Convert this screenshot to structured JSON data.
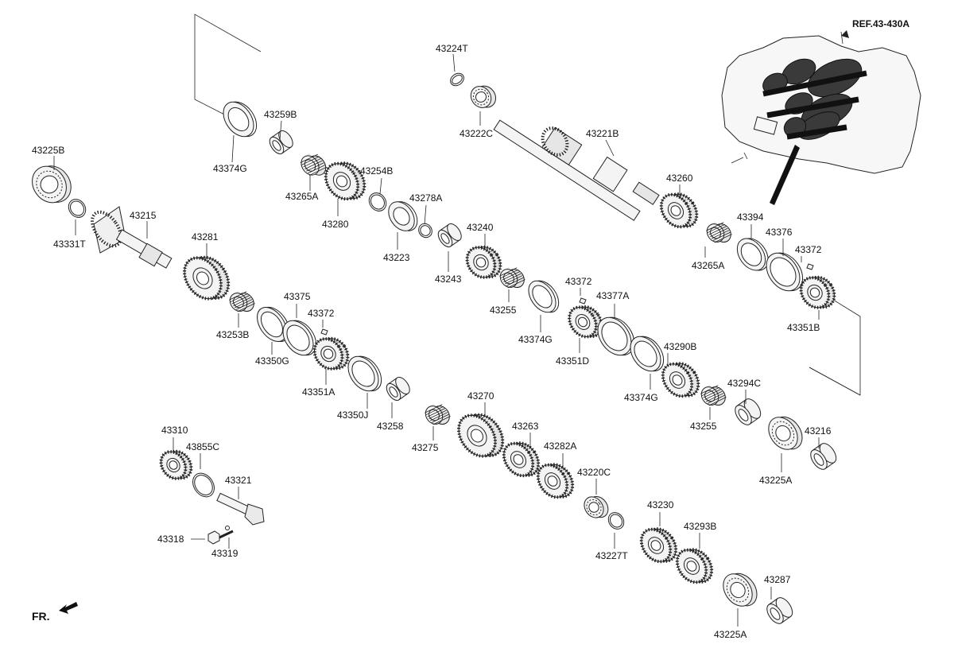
{
  "reference": "REF.43-430A",
  "front_indicator": "FR.",
  "colors": {
    "line": "#222222",
    "part_fill": "#f4f4f4",
    "background": "#ffffff"
  },
  "parts": [
    {
      "id": "43224T",
      "label": "43224T",
      "kind": "snap-ring"
    },
    {
      "id": "43222C",
      "label": "43222C",
      "kind": "bearing"
    },
    {
      "id": "43221B",
      "label": "43221B",
      "kind": "shaft"
    },
    {
      "id": "43259B",
      "label": "43259B",
      "kind": "collar"
    },
    {
      "id": "43374G-top",
      "label": "43374G",
      "kind": "ring"
    },
    {
      "id": "43225B",
      "label": "43225B",
      "kind": "bearing"
    },
    {
      "id": "43331T",
      "label": "43331T",
      "kind": "snap-ring"
    },
    {
      "id": "43215",
      "label": "43215",
      "kind": "shaft"
    },
    {
      "id": "43265A-left",
      "label": "43265A",
      "kind": "needle-bearing"
    },
    {
      "id": "43280",
      "label": "43280",
      "kind": "gear"
    },
    {
      "id": "43254B",
      "label": "43254B",
      "kind": "washer"
    },
    {
      "id": "43278A",
      "label": "43278A",
      "kind": "snap-ring"
    },
    {
      "id": "43223",
      "label": "43223",
      "kind": "bearing"
    },
    {
      "id": "43260",
      "label": "43260",
      "kind": "gear"
    },
    {
      "id": "43281",
      "label": "43281",
      "kind": "gear"
    },
    {
      "id": "43240",
      "label": "43240",
      "kind": "gear"
    },
    {
      "id": "43243",
      "label": "43243",
      "kind": "collar"
    },
    {
      "id": "43394",
      "label": "43394",
      "kind": "ring"
    },
    {
      "id": "43376",
      "label": "43376",
      "kind": "ring"
    },
    {
      "id": "43372-right",
      "label": "43372",
      "kind": "key"
    },
    {
      "id": "43265A-right",
      "label": "43265A",
      "kind": "needle-bearing"
    },
    {
      "id": "43351B",
      "label": "43351B",
      "kind": "synchro-hub"
    },
    {
      "id": "43375",
      "label": "43375",
      "kind": "ring"
    },
    {
      "id": "43372-left",
      "label": "43372",
      "kind": "key"
    },
    {
      "id": "43253B",
      "label": "43253B",
      "kind": "needle-bearing"
    },
    {
      "id": "43350G",
      "label": "43350G",
      "kind": "ring"
    },
    {
      "id": "43255-top",
      "label": "43255",
      "kind": "needle-bearing"
    },
    {
      "id": "43372-mid",
      "label": "43372",
      "kind": "key"
    },
    {
      "id": "43377A",
      "label": "43377A",
      "kind": "ring"
    },
    {
      "id": "43374G-mid",
      "label": "43374G",
      "kind": "ring"
    },
    {
      "id": "43351D",
      "label": "43351D",
      "kind": "synchro-hub"
    },
    {
      "id": "43351A",
      "label": "43351A",
      "kind": "synchro-hub"
    },
    {
      "id": "43290B",
      "label": "43290B",
      "kind": "gear"
    },
    {
      "id": "43374G-right",
      "label": "43374G",
      "kind": "ring"
    },
    {
      "id": "43350J",
      "label": "43350J",
      "kind": "ring"
    },
    {
      "id": "43258",
      "label": "43258",
      "kind": "collar"
    },
    {
      "id": "43294C",
      "label": "43294C",
      "kind": "collar"
    },
    {
      "id": "43255-bottom",
      "label": "43255",
      "kind": "needle-bearing"
    },
    {
      "id": "43270",
      "label": "43270",
      "kind": "gear"
    },
    {
      "id": "43275",
      "label": "43275",
      "kind": "needle-bearing"
    },
    {
      "id": "43263",
      "label": "43263",
      "kind": "gear"
    },
    {
      "id": "43216",
      "label": "43216",
      "kind": "collar"
    },
    {
      "id": "43225A-top",
      "label": "43225A",
      "kind": "bearing"
    },
    {
      "id": "43310",
      "label": "43310",
      "kind": "gear"
    },
    {
      "id": "43855C",
      "label": "43855C",
      "kind": "snap-ring"
    },
    {
      "id": "43321",
      "label": "43321",
      "kind": "shaft"
    },
    {
      "id": "43282A",
      "label": "43282A",
      "kind": "gear"
    },
    {
      "id": "43220C",
      "label": "43220C",
      "kind": "bearing"
    },
    {
      "id": "43318",
      "label": "43318",
      "kind": "bolt"
    },
    {
      "id": "43319",
      "label": "43319",
      "kind": "washer"
    },
    {
      "id": "43230",
      "label": "43230",
      "kind": "gear"
    },
    {
      "id": "43227T",
      "label": "43227T",
      "kind": "snap-ring"
    },
    {
      "id": "43293B",
      "label": "43293B",
      "kind": "gear"
    },
    {
      "id": "43287",
      "label": "43287",
      "kind": "collar"
    },
    {
      "id": "43225A-bottom",
      "label": "43225A",
      "kind": "bearing"
    }
  ]
}
